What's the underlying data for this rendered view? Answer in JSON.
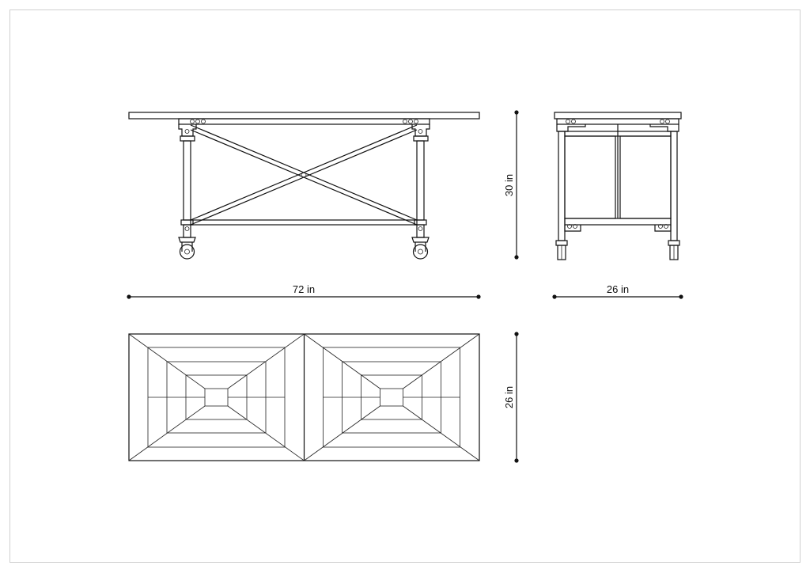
{
  "drawing": {
    "dimensions": {
      "front_width": "72 in",
      "height": "30 in",
      "side_depth": "26 in",
      "top_depth": "26 in"
    }
  },
  "colors": {
    "ink": "#111111",
    "frame": "#cfcfcf",
    "background": "#ffffff"
  }
}
